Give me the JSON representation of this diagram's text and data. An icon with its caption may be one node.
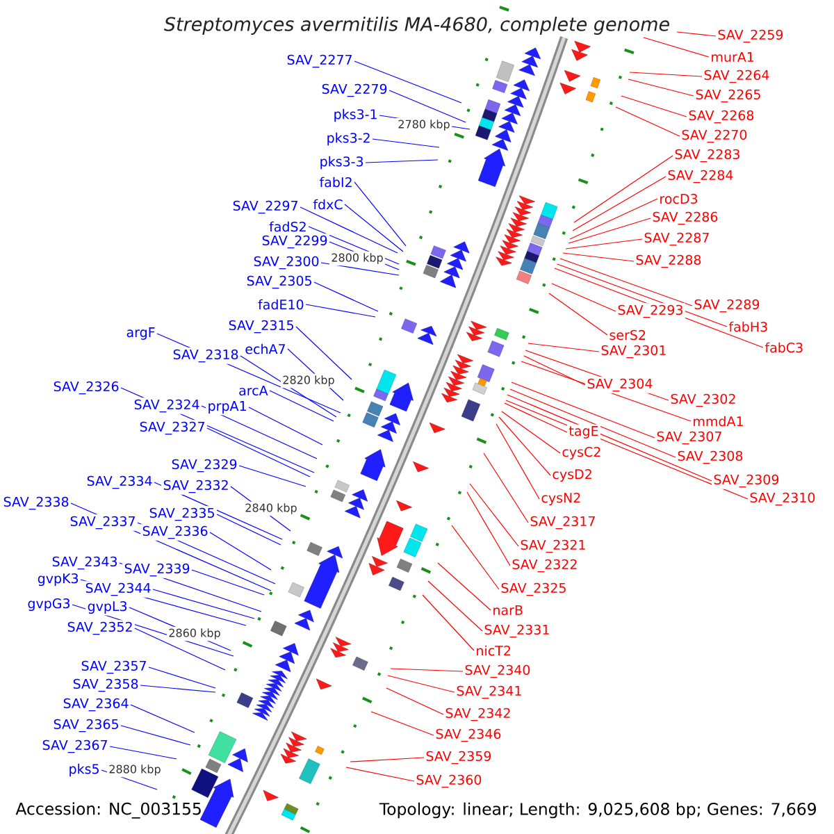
{
  "diagram": {
    "title": "Streptomyces avermitilis MA-4680, complete genome",
    "nodes": [
      {
        "text": [
          "SAV_2259"
        ]
      },
      {
        "text": [
          "murA1"
        ]
      },
      {
        "text": [
          "SAV_2277"
        ]
      },
      {
        "text": [
          "SAV_2264"
        ]
      },
      {
        "text": [
          "SAV_2279"
        ]
      },
      {
        "text": [
          "SAV_2265"
        ]
      },
      {
        "text": [
          "pks3-1"
        ]
      },
      {
        "text": [
          "SAV_2268"
        ]
      },
      {
        "text": [
          "SAV_2270"
        ]
      },
      {
        "text": [
          "pks3-2"
        ]
      },
      {
        "text": [
          "SAV_2283"
        ]
      },
      {
        "text": [
          "pks3-3"
        ]
      },
      {
        "text": [
          "SAV_2284"
        ]
      },
      {
        "text": [
          "fabI2"
        ]
      },
      {
        "text": [
          "rocD3"
        ]
      },
      {
        "text": [
          "fdxC"
        ]
      },
      {
        "text": [
          "SAV_2297"
        ]
      },
      {
        "text": [
          "SAV_2286"
        ]
      },
      {
        "text": [
          "fadS2"
        ]
      },
      {
        "text": [
          "SAV_2287"
        ]
      },
      {
        "text": [
          "SAV_2299"
        ]
      },
      {
        "text": [
          "SAV_2288"
        ]
      },
      {
        "text": [
          "SAV_2300"
        ]
      },
      {
        "text": [
          "SAV_2305"
        ]
      },
      {
        "text": [
          "fadE10"
        ]
      },
      {
        "text": [
          "SAV_2289"
        ]
      },
      {
        "text": [
          "SAV_2293"
        ]
      },
      {
        "text": [
          "SAV_2315"
        ]
      },
      {
        "text": [
          "fabH3"
        ]
      },
      {
        "text": [
          "argF"
        ]
      },
      {
        "text": [
          "serS2"
        ]
      },
      {
        "text": [
          "fabC3"
        ]
      },
      {
        "text": [
          "echA7"
        ]
      },
      {
        "text": [
          "SAV_2301"
        ]
      },
      {
        "text": [
          "SAV_2318"
        ]
      },
      {
        "text": [
          "SAV_2304"
        ]
      },
      {
        "text": [
          "SAV_2326"
        ]
      },
      {
        "text": [
          "arcA"
        ]
      },
      {
        "text": [
          "SAV_2302"
        ]
      },
      {
        "text": [
          "SAV_2324"
        ]
      },
      {
        "text": [
          "prpA1"
        ]
      },
      {
        "text": [
          "mmdA1"
        ]
      },
      {
        "text": [
          "SAV_2327"
        ]
      },
      {
        "text": [
          "tagE"
        ]
      },
      {
        "text": [
          "SAV_2307"
        ]
      },
      {
        "text": [
          "cysC2"
        ]
      },
      {
        "text": [
          "SAV_2308"
        ]
      },
      {
        "text": [
          "SAV_2329"
        ]
      },
      {
        "text": [
          "cysD2"
        ]
      },
      {
        "text": [
          "SAV_2309"
        ]
      },
      {
        "text": [
          "SAV_2334"
        ]
      },
      {
        "text": [
          "SAV_2332"
        ]
      },
      {
        "text": [
          "SAV_2310"
        ]
      },
      {
        "text": [
          "cysN2"
        ]
      },
      {
        "text": [
          "SAV_2338"
        ]
      },
      {
        "text": [
          "SAV_2335"
        ]
      },
      {
        "text": [
          "SAV_2337"
        ]
      },
      {
        "text": [
          "SAV_2317"
        ]
      },
      {
        "text": [
          "SAV_2336"
        ]
      },
      {
        "text": [
          "SAV_2321"
        ]
      },
      {
        "text": [
          "SAV_2343"
        ]
      },
      {
        "text": [
          "SAV_2322"
        ]
      },
      {
        "text": [
          "SAV_2339"
        ]
      },
      {
        "text": [
          "gvpK3"
        ]
      },
      {
        "text": [
          "SAV_2344"
        ]
      },
      {
        "text": [
          "SAV_2325"
        ]
      },
      {
        "text": [
          "gvpG3"
        ]
      },
      {
        "text": [
          "gvpL3"
        ]
      },
      {
        "text": [
          "narB"
        ]
      },
      {
        "text": [
          "SAV_2352"
        ]
      },
      {
        "text": [
          "SAV_2331"
        ]
      },
      {
        "text": [
          "nicT2"
        ]
      },
      {
        "text": [
          "SAV_2357"
        ]
      },
      {
        "text": [
          "SAV_2340"
        ]
      },
      {
        "text": [
          "SAV_2358"
        ]
      },
      {
        "text": [
          "SAV_2341"
        ]
      },
      {
        "text": [
          "SAV_2364"
        ]
      },
      {
        "text": [
          "SAV_2342"
        ]
      },
      {
        "text": [
          "SAV_2365"
        ]
      },
      {
        "text": [
          "SAV_2346"
        ]
      },
      {
        "text": [
          "SAV_2367"
        ]
      },
      {
        "text": [
          "SAV_2359"
        ]
      },
      {
        "text": [
          "pks5"
        ]
      },
      {
        "text": [
          "SAV_2360"
        ]
      }
    ],
    "edges": [
      {
        "from": 0,
        "to": null,
        "arrow": "none",
        "color": "#ff0000"
      },
      {
        "from": 1,
        "to": null,
        "arrow": "none",
        "color": "#ff0000"
      },
      {
        "from": 2,
        "to": null,
        "arrow": "none",
        "color": "#0000ff"
      },
      {
        "from": 3,
        "to": null,
        "arrow": "none",
        "color": "#ff0000"
      },
      {
        "from": 4,
        "to": null,
        "arrow": "none",
        "color": "#0000ff"
      },
      {
        "from": 5,
        "to": null,
        "arrow": "none",
        "color": "#ff0000"
      },
      {
        "from": 6,
        "to": null,
        "arrow": "none",
        "color": "#0000ff"
      },
      {
        "from": 7,
        "to": null,
        "arrow": "none",
        "color": "#ff0000"
      },
      {
        "from": 8,
        "to": null,
        "arrow": "none",
        "color": "#ff0000"
      },
      {
        "from": 9,
        "to": null,
        "arrow": "none",
        "color": "#0000ff"
      },
      {
        "from": 10,
        "to": null,
        "arrow": "none",
        "color": "#ff0000"
      },
      {
        "from": 11,
        "to": null,
        "arrow": "none",
        "color": "#0000ff"
      },
      {
        "from": 12,
        "to": null,
        "arrow": "none",
        "color": "#ff0000"
      },
      {
        "from": 13,
        "to": null,
        "arrow": "none",
        "color": "#0000ff"
      },
      {
        "from": 14,
        "to": null,
        "arrow": "none",
        "color": "#ff0000"
      },
      {
        "from": 15,
        "to": null,
        "arrow": "none",
        "color": "#0000ff"
      },
      {
        "from": 16,
        "to": null,
        "arrow": "none",
        "color": "#0000ff"
      },
      {
        "from": 17,
        "to": null,
        "arrow": "none",
        "color": "#ff0000"
      },
      {
        "from": 18,
        "to": null,
        "arrow": "none",
        "color": "#0000ff"
      },
      {
        "from": 19,
        "to": null,
        "arrow": "none",
        "color": "#ff0000"
      },
      {
        "from": 20,
        "to": null,
        "arrow": "none",
        "color": "#0000ff"
      },
      {
        "from": 21,
        "to": null,
        "arrow": "none",
        "color": "#ff0000"
      },
      {
        "from": 22,
        "to": null,
        "arrow": "none",
        "color": "#0000ff"
      },
      {
        "from": 23,
        "to": null,
        "arrow": "none",
        "color": "#0000ff"
      },
      {
        "from": 24,
        "to": null,
        "arrow": "none",
        "color": "#0000ff"
      },
      {
        "from": 25,
        "to": null,
        "arrow": "none",
        "color": "#ff0000"
      },
      {
        "from": 26,
        "to": null,
        "arrow": "none",
        "color": "#ff0000"
      },
      {
        "from": 27,
        "to": null,
        "arrow": "none",
        "color": "#0000ff"
      },
      {
        "from": 28,
        "to": null,
        "arrow": "none",
        "color": "#ff0000"
      },
      {
        "from": 29,
        "to": null,
        "arrow": "none",
        "color": "#0000ff"
      },
      {
        "from": 30,
        "to": null,
        "arrow": "none",
        "color": "#ff0000"
      },
      {
        "from": 31,
        "to": null,
        "arrow": "none",
        "color": "#ff0000"
      },
      {
        "from": 32,
        "to": null,
        "arrow": "none",
        "color": "#0000ff"
      },
      {
        "from": 33,
        "to": null,
        "arrow": "none",
        "color": "#ff0000"
      },
      {
        "from": 34,
        "to": null,
        "arrow": "none",
        "color": "#0000ff"
      },
      {
        "from": 35,
        "to": null,
        "arrow": "none",
        "color": "#ff0000"
      },
      {
        "from": 36,
        "to": null,
        "arrow": "none",
        "color": "#0000ff"
      },
      {
        "from": 37,
        "to": null,
        "arrow": "none",
        "color": "#0000ff"
      },
      {
        "from": 38,
        "to": null,
        "arrow": "none",
        "color": "#ff0000"
      },
      {
        "from": 39,
        "to": null,
        "arrow": "none",
        "color": "#0000ff"
      },
      {
        "from": 40,
        "to": null,
        "arrow": "none",
        "color": "#0000ff"
      },
      {
        "from": 41,
        "to": null,
        "arrow": "none",
        "color": "#ff0000"
      },
      {
        "from": 42,
        "to": null,
        "arrow": "none",
        "color": "#0000ff"
      },
      {
        "from": 43,
        "to": null,
        "arrow": "none",
        "color": "#ff0000"
      },
      {
        "from": 44,
        "to": null,
        "arrow": "none",
        "color": "#ff0000"
      },
      {
        "from": 45,
        "to": null,
        "arrow": "none",
        "color": "#ff0000"
      },
      {
        "from": 46,
        "to": null,
        "arrow": "none",
        "color": "#ff0000"
      },
      {
        "from": 47,
        "to": null,
        "arrow": "none",
        "color": "#0000ff"
      },
      {
        "from": 48,
        "to": null,
        "arrow": "none",
        "color": "#ff0000"
      },
      {
        "from": 49,
        "to": null,
        "arrow": "none",
        "color": "#ff0000"
      },
      {
        "from": 50,
        "to": null,
        "arrow": "none",
        "color": "#0000ff"
      },
      {
        "from": 51,
        "to": null,
        "arrow": "none",
        "color": "#0000ff"
      },
      {
        "from": 52,
        "to": null,
        "arrow": "none",
        "color": "#ff0000"
      },
      {
        "from": 53,
        "to": null,
        "arrow": "none",
        "color": "#ff0000"
      },
      {
        "from": 54,
        "to": null,
        "arrow": "none",
        "color": "#0000ff"
      },
      {
        "from": 55,
        "to": null,
        "arrow": "none",
        "color": "#0000ff"
      },
      {
        "from": 56,
        "to": null,
        "arrow": "none",
        "color": "#0000ff"
      },
      {
        "from": 57,
        "to": null,
        "arrow": "none",
        "color": "#ff0000"
      },
      {
        "from": 58,
        "to": null,
        "arrow": "none",
        "color": "#0000ff"
      },
      {
        "from": 59,
        "to": null,
        "arrow": "none",
        "color": "#ff0000"
      },
      {
        "from": 60,
        "to": null,
        "arrow": "none",
        "color": "#0000ff"
      },
      {
        "from": 61,
        "to": null,
        "arrow": "none",
        "color": "#ff0000"
      },
      {
        "from": 62,
        "to": null,
        "arrow": "none",
        "color": "#0000ff"
      },
      {
        "from": 63,
        "to": null,
        "arrow": "none",
        "color": "#0000ff"
      },
      {
        "from": 64,
        "to": null,
        "arrow": "none",
        "color": "#0000ff"
      },
      {
        "from": 65,
        "to": null,
        "arrow": "none",
        "color": "#ff0000"
      },
      {
        "from": 66,
        "to": null,
        "arrow": "none",
        "color": "#0000ff"
      },
      {
        "from": 67,
        "to": null,
        "arrow": "none",
        "color": "#0000ff"
      },
      {
        "from": 68,
        "to": null,
        "arrow": "none",
        "color": "#ff0000"
      },
      {
        "from": 69,
        "to": null,
        "arrow": "none",
        "color": "#0000ff"
      },
      {
        "from": 70,
        "to": null,
        "arrow": "none",
        "color": "#ff0000"
      },
      {
        "from": 71,
        "to": null,
        "arrow": "none",
        "color": "#ff0000"
      },
      {
        "from": 72,
        "to": null,
        "arrow": "none",
        "color": "#0000ff"
      },
      {
        "from": 73,
        "to": null,
        "arrow": "none",
        "color": "#ff0000"
      },
      {
        "from": 74,
        "to": null,
        "arrow": "none",
        "color": "#0000ff"
      },
      {
        "from": 75,
        "to": null,
        "arrow": "none",
        "color": "#ff0000"
      },
      {
        "from": 76,
        "to": null,
        "arrow": "none",
        "color": "#0000ff"
      },
      {
        "from": 77,
        "to": null,
        "arrow": "none",
        "color": "#ff0000"
      },
      {
        "from": 78,
        "to": null,
        "arrow": "none",
        "color": "#0000ff"
      },
      {
        "from": 79,
        "to": null,
        "arrow": "none",
        "color": "#ff0000"
      },
      {
        "from": 80,
        "to": null,
        "arrow": "none",
        "color": "#0000ff"
      },
      {
        "from": 81,
        "to": null,
        "arrow": "none",
        "color": "#ff0000"
      },
      {
        "from": 82,
        "to": null,
        "arrow": "none",
        "color": "#0000ff"
      },
      {
        "from": 83,
        "to": null,
        "arrow": "none",
        "color": "#ff0000"
      }
    ],
    "labels": [
      "2780 kbp",
      "2800 kbp",
      "2820 kbp",
      "2840 kbp",
      "2860 kbp",
      "2880 kbp",
      "Accession: NC_003155",
      "Topology: linear; Length: 9,025,608 bp; Genes: 7,669"
    ]
  }
}
